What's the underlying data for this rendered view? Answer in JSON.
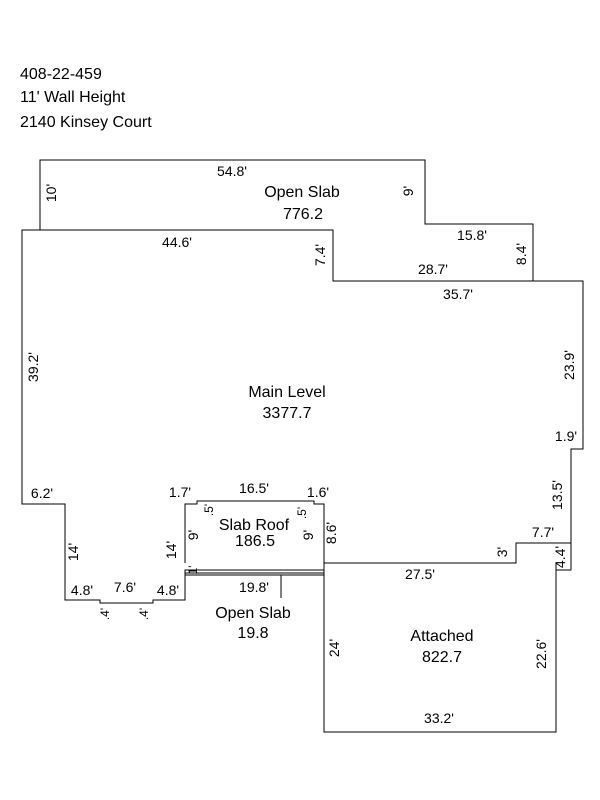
{
  "header": {
    "parcel_id": "408-22-459",
    "wall_height": "11' Wall Height",
    "address": "2140 Kinsey Court"
  },
  "areas": {
    "open_slab_top": {
      "label": "Open Slab",
      "value": "776.2"
    },
    "main_level": {
      "label": "Main Level",
      "value": "3377.7"
    },
    "slab_roof": {
      "label": "Slab Roof",
      "value": "186.5"
    },
    "open_slab_small": {
      "label": "Open Slab",
      "value": "19.8"
    },
    "attached": {
      "label": "Attached",
      "value": "822.7"
    }
  },
  "dimensions": {
    "d54_8": "54.8'",
    "d10": "10'",
    "d9_top": "9'",
    "d15_8": "15.8'",
    "d8_4": "8.4'",
    "d44_6": "44.6'",
    "d7_4": "7.4'",
    "d28_7": "28.7'",
    "d35_7": "35.7'",
    "d39_2": "39.2'",
    "d23_9": "23.9'",
    "d1_9": "1.9'",
    "d13_5": "13.5'",
    "d6_2": "6.2'",
    "d1_7": "1.7'",
    "d16_5": "16.5'",
    "d1_6": "1.6'",
    "d5_left": ".5'",
    "d5_right": ".5'",
    "d9_left": "9'",
    "d9_right": "9'",
    "d8_6": "8.6'",
    "d14_left": "14'",
    "d14_mid": "14'",
    "d4_8_left": "4.8'",
    "d7_6": "7.6'",
    "d4_8_right": "4.8'",
    "d4_left": ".4'",
    "d4_right": ".4'",
    "d1": "1'",
    "d19_8": "19.8'",
    "d27_5": "27.5'",
    "d3": "3'",
    "d7_7": "7.7'",
    "d4_4": "4.4'",
    "d24": "24'",
    "d22_6": "22.6'",
    "d33_2": "33.2'"
  }
}
